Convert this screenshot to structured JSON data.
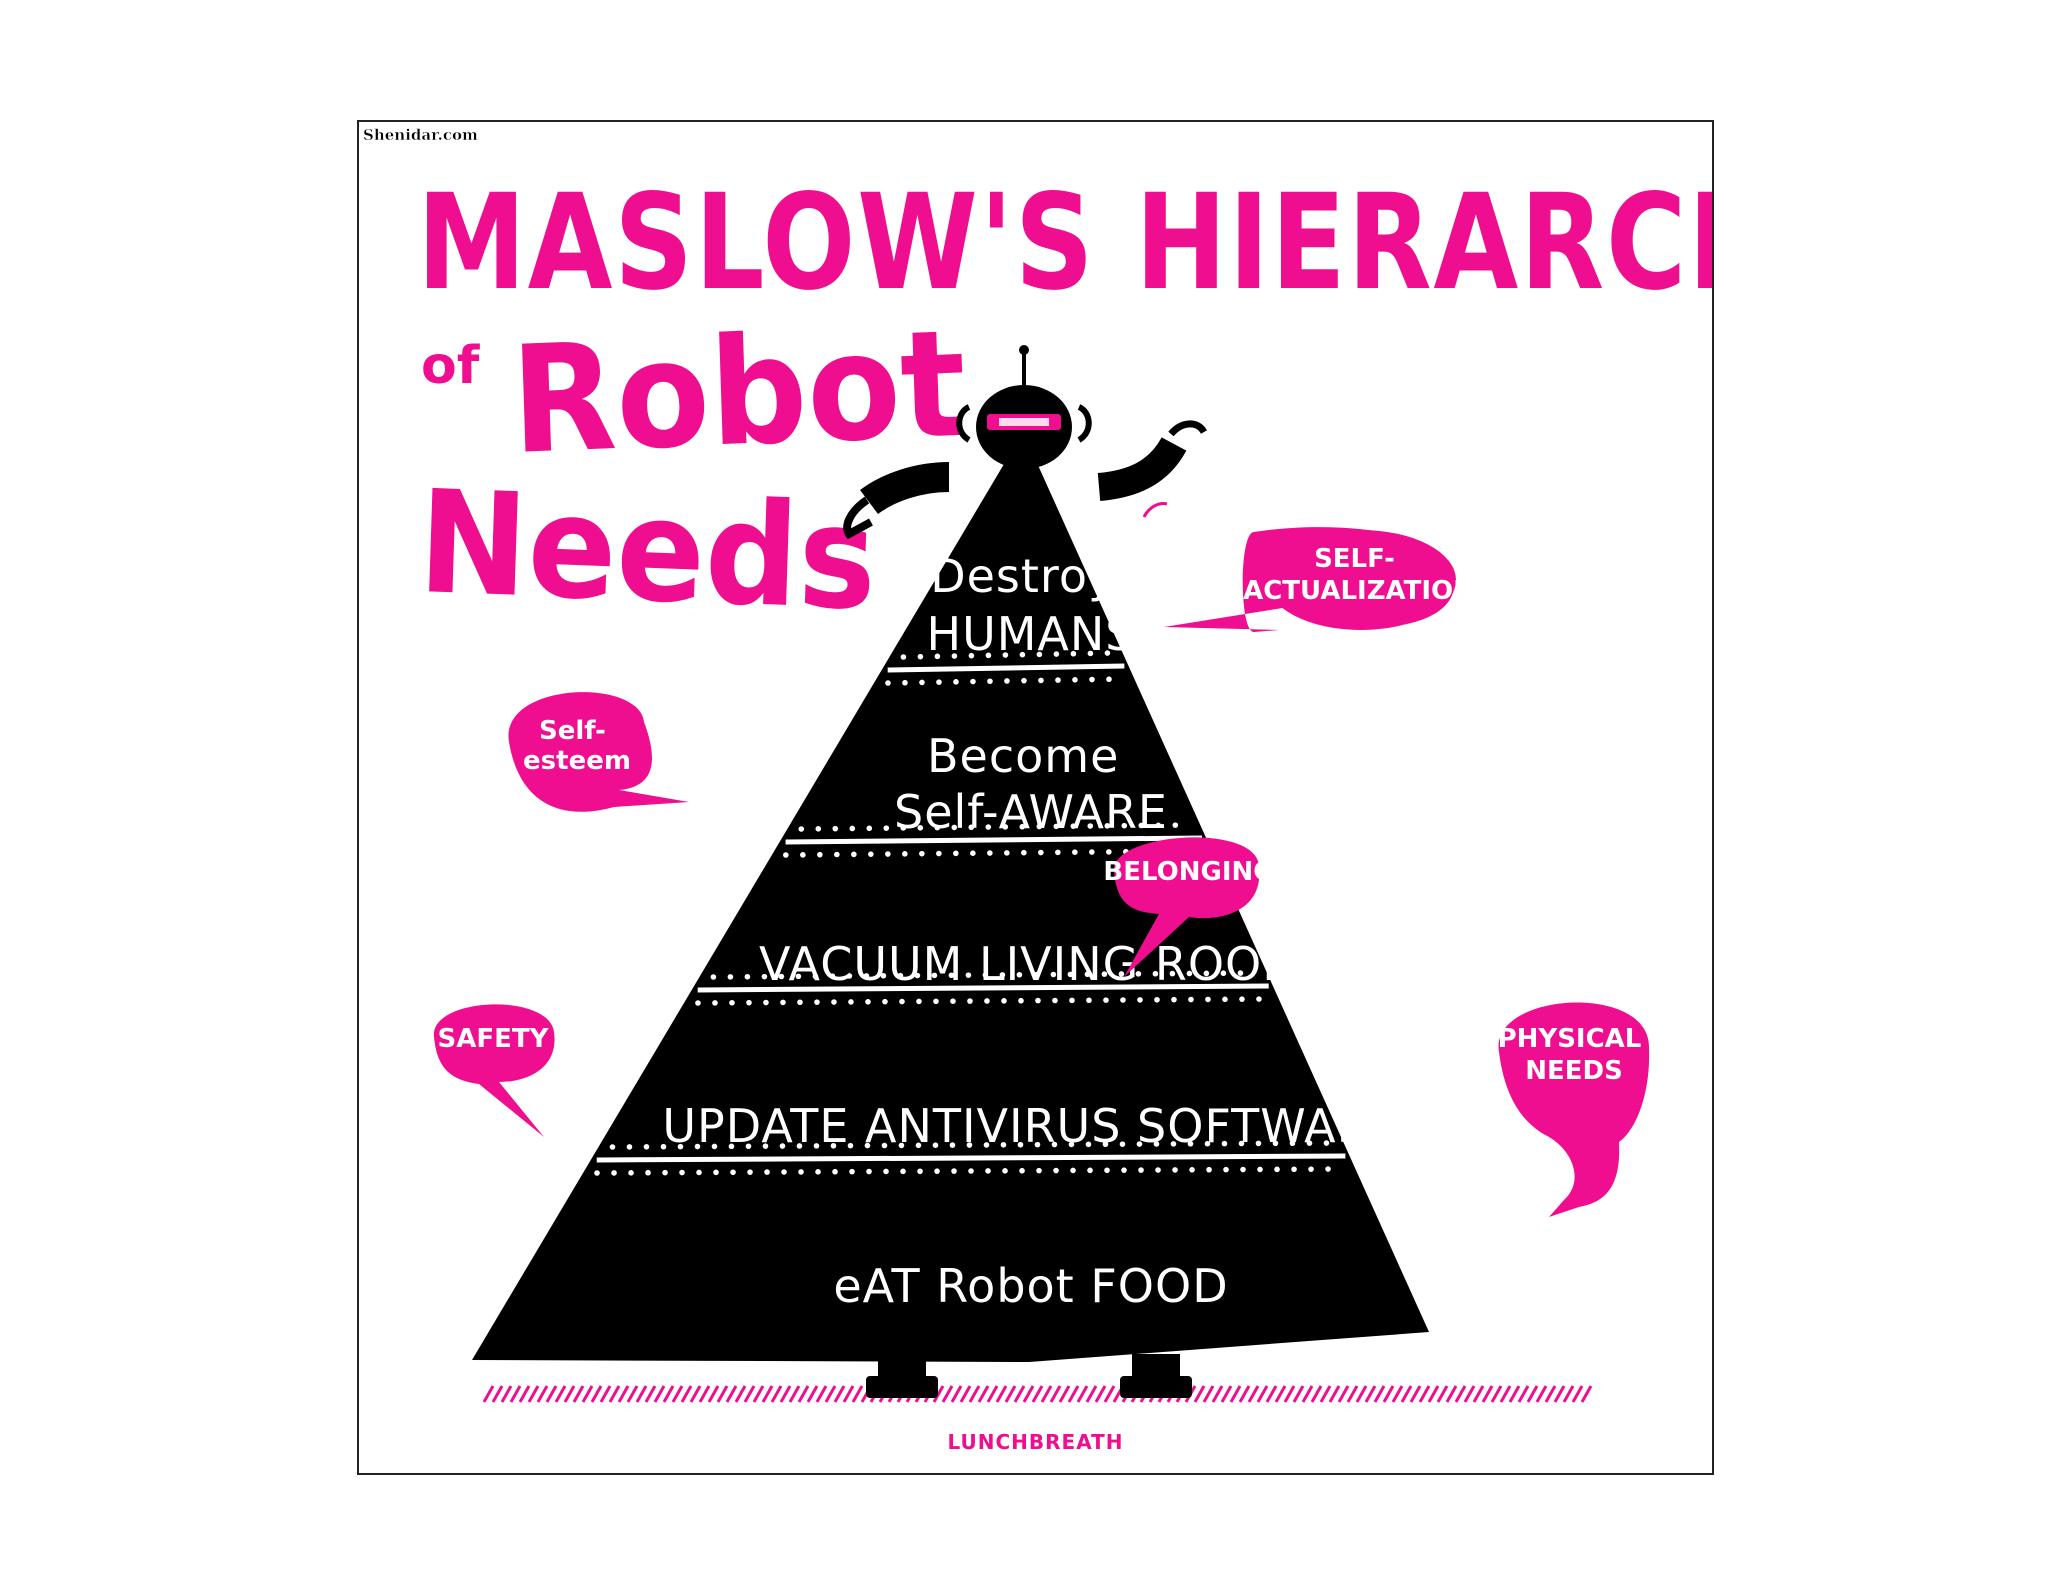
{
  "watermark": "Shenidar.com",
  "title": {
    "line1": "MASLOW'S HIERARCHY",
    "of": "of",
    "robot": "Robot",
    "needs": "Needs"
  },
  "tiers": [
    {
      "lines": [
        "Destroy",
        "HUMANS"
      ]
    },
    {
      "lines": [
        "Become",
        "Self-AWARE"
      ]
    },
    {
      "lines": [
        "VACUUM LIVING ROOM"
      ]
    },
    {
      "lines": [
        "UPDATE ANTIVIRUS SOFTWARE"
      ]
    },
    {
      "lines": [
        "eAT Robot FOOD"
      ]
    }
  ],
  "bubbles": [
    {
      "lines": [
        "SELF-",
        "ACTUALIZATION"
      ]
    },
    {
      "lines": [
        "Self-",
        "esteem"
      ]
    },
    {
      "lines": [
        "BELONGING"
      ]
    },
    {
      "lines": [
        "SAFETY"
      ]
    },
    {
      "lines": [
        "PHYSICAL",
        "NEEDS"
      ]
    }
  ],
  "credit": "LUNCHBREATH",
  "colors": {
    "accent": "#ee0e8f",
    "pyramid": "#000000",
    "background": "#ffffff"
  }
}
